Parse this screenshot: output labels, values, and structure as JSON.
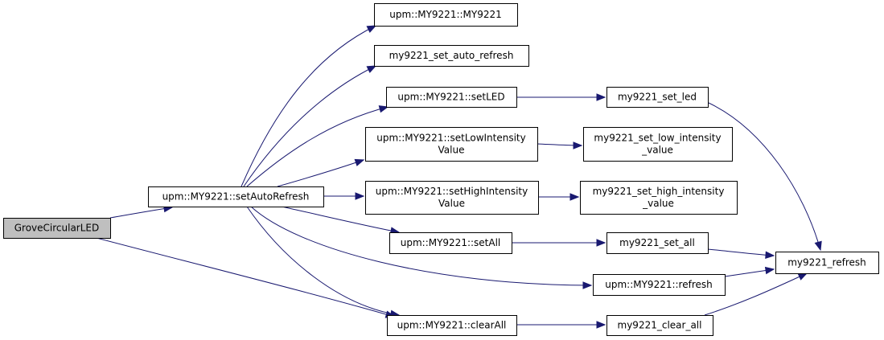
{
  "diagram": {
    "nodes": [
      {
        "id": "grove",
        "lines": [
          "GroveCircularLED"
        ],
        "highlighted": true
      },
      {
        "id": "setAutoRefresh",
        "lines": [
          "upm::MY9221::setAutoRefresh"
        ]
      },
      {
        "id": "ctor",
        "lines": [
          "upm::MY9221::MY9221"
        ]
      },
      {
        "id": "set_auto_refresh",
        "lines": [
          "my9221_set_auto_refresh"
        ]
      },
      {
        "id": "setLED",
        "lines": [
          "upm::MY9221::setLED"
        ]
      },
      {
        "id": "setLow",
        "lines": [
          "upm::MY9221::setLowIntensity",
          "Value"
        ]
      },
      {
        "id": "setHigh",
        "lines": [
          "upm::MY9221::setHighIntensity",
          "Value"
        ]
      },
      {
        "id": "setAll",
        "lines": [
          "upm::MY9221::setAll"
        ]
      },
      {
        "id": "refreshM",
        "lines": [
          "upm::MY9221::refresh"
        ]
      },
      {
        "id": "clearAll",
        "lines": [
          "upm::MY9221::clearAll"
        ]
      },
      {
        "id": "set_led",
        "lines": [
          "my9221_set_led"
        ]
      },
      {
        "id": "set_low",
        "lines": [
          "my9221_set_low_intensity",
          "_value"
        ]
      },
      {
        "id": "set_high",
        "lines": [
          "my9221_set_high_intensity",
          "_value"
        ]
      },
      {
        "id": "set_all",
        "lines": [
          "my9221_set_all"
        ]
      },
      {
        "id": "clear_all",
        "lines": [
          "my9221_clear_all"
        ]
      },
      {
        "id": "refresh",
        "lines": [
          "my9221_refresh"
        ]
      }
    ],
    "edges": [
      {
        "from": "grove",
        "to": "setAutoRefresh"
      },
      {
        "from": "grove",
        "to": "clearAll"
      },
      {
        "from": "setAutoRefresh",
        "to": "ctor"
      },
      {
        "from": "setAutoRefresh",
        "to": "set_auto_refresh"
      },
      {
        "from": "setAutoRefresh",
        "to": "setLED"
      },
      {
        "from": "setAutoRefresh",
        "to": "setLow"
      },
      {
        "from": "setAutoRefresh",
        "to": "setHigh"
      },
      {
        "from": "setAutoRefresh",
        "to": "setAll"
      },
      {
        "from": "setAutoRefresh",
        "to": "refreshM"
      },
      {
        "from": "setAutoRefresh",
        "to": "clearAll"
      },
      {
        "from": "setLED",
        "to": "set_led"
      },
      {
        "from": "setLow",
        "to": "set_low"
      },
      {
        "from": "setHigh",
        "to": "set_high"
      },
      {
        "from": "setAll",
        "to": "set_all"
      },
      {
        "from": "refreshM",
        "to": "refresh"
      },
      {
        "from": "clearAll",
        "to": "clear_all"
      },
      {
        "from": "set_led",
        "to": "refresh"
      },
      {
        "from": "set_all",
        "to": "refresh"
      },
      {
        "from": "clear_all",
        "to": "refresh"
      }
    ],
    "colors": {
      "node_fill": "#ffffff",
      "node_highlight_fill": "#bfbfbf",
      "node_border": "#000000",
      "edge": "#191970"
    }
  }
}
